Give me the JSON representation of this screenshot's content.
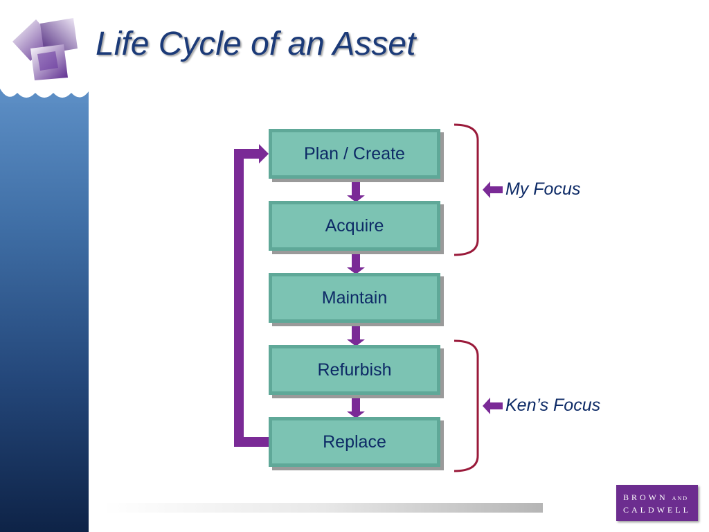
{
  "slide": {
    "title": "Life Cycle of an Asset"
  },
  "diagram": {
    "stages": [
      "Plan / Create",
      "Acquire",
      "Maintain",
      "Refurbish",
      "Replace"
    ],
    "brackets": [
      {
        "label": "My Focus",
        "covers": [
          "Plan / Create",
          "Acquire"
        ]
      },
      {
        "label": "Ken’s Focus",
        "covers": [
          "Refurbish",
          "Replace"
        ]
      }
    ],
    "loop": {
      "from": "Replace",
      "to": "Plan / Create"
    }
  },
  "logo": {
    "line1": "BROWN",
    "line1_suffix": "AND",
    "line2": "CALDWELL"
  },
  "colors": {
    "box_fill": "#7cc3b3",
    "box_border": "#5fa898",
    "arrow": "#7a2a96",
    "bracket": "#9a1a3a",
    "title": "#1b3a78",
    "logo_bg": "#6c2d8f"
  }
}
